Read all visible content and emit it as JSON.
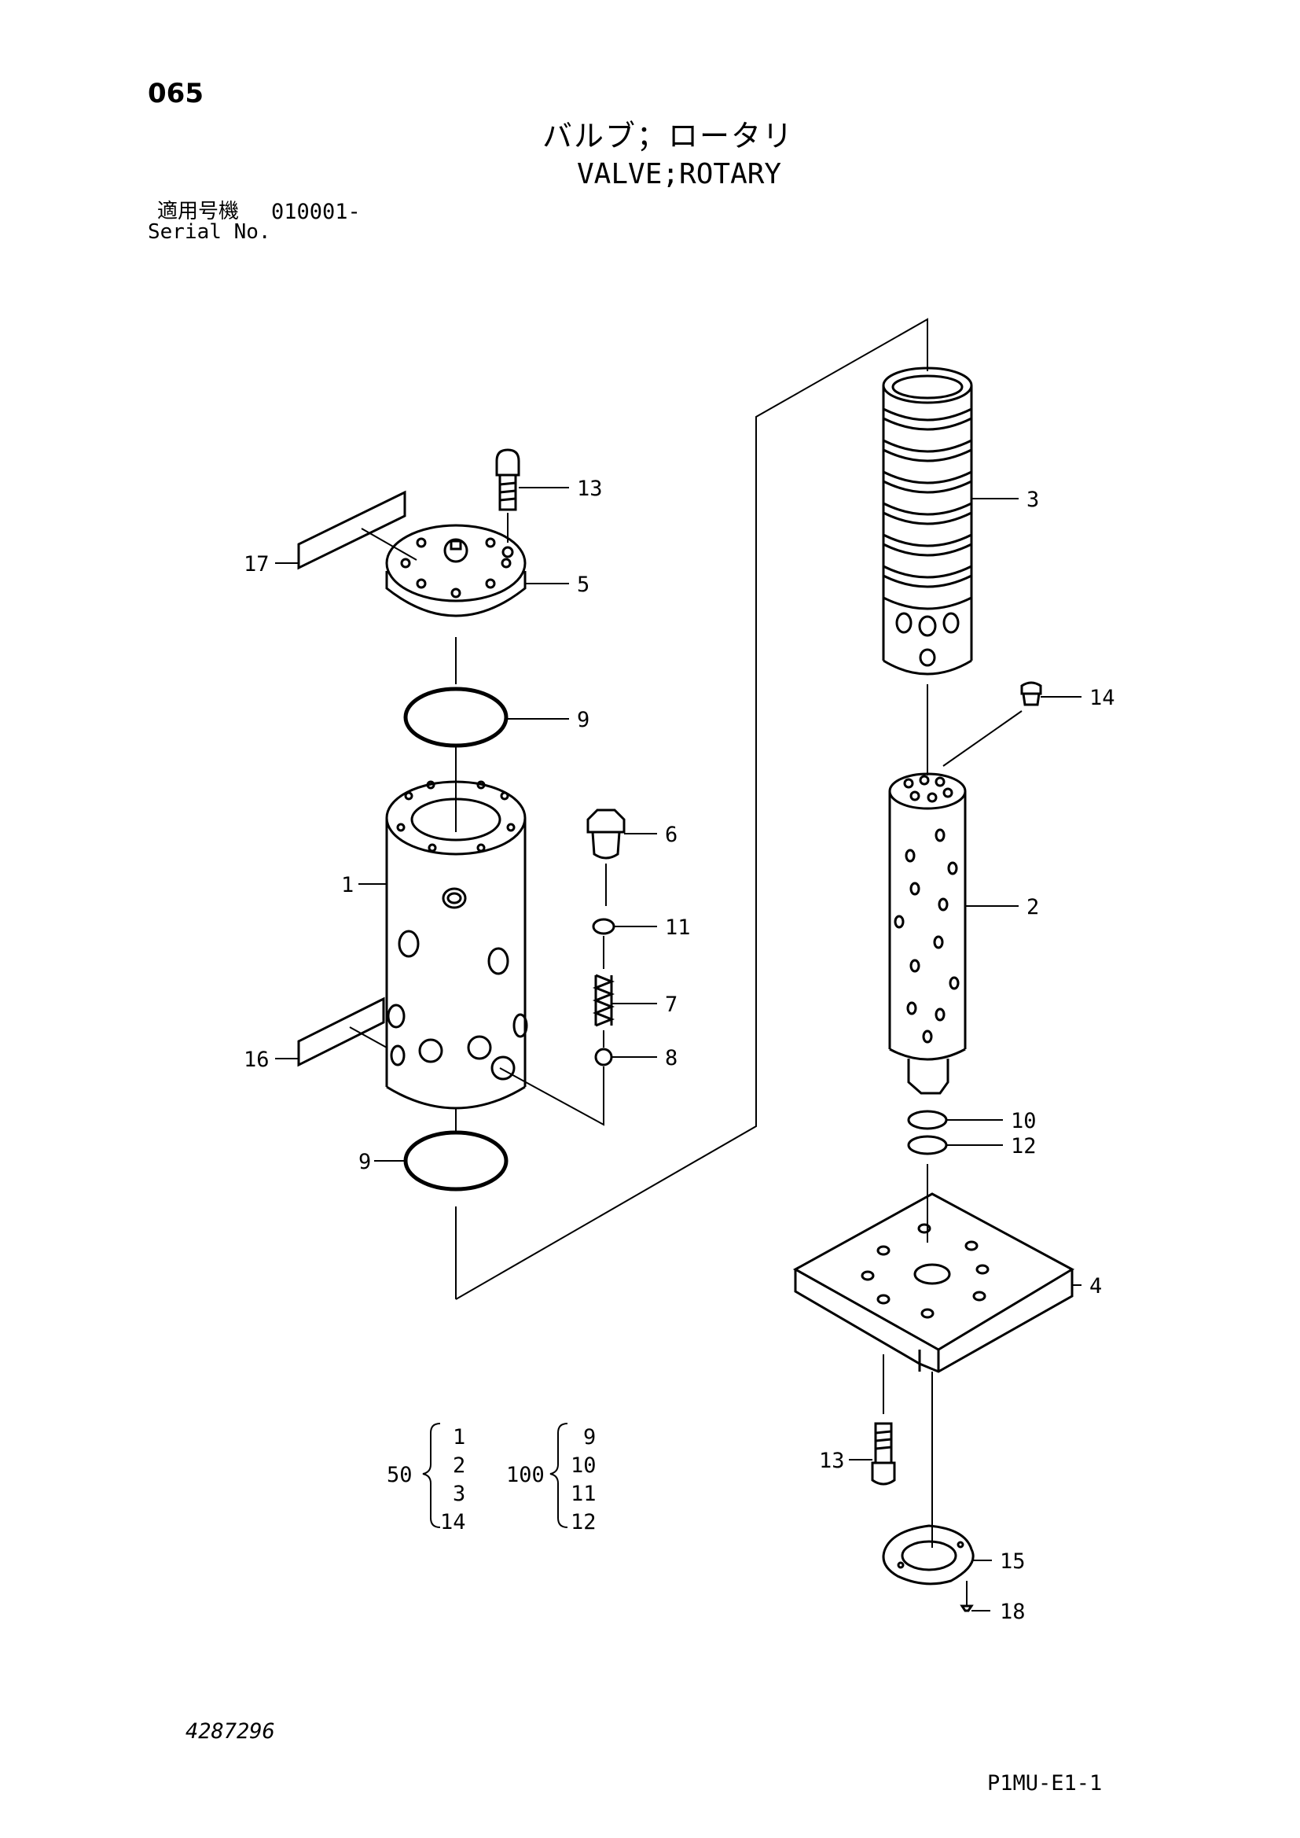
{
  "header": {
    "page_number": "065",
    "title_jp": "バルブ；ロータリ",
    "title_en": "VALVE;ROTARY",
    "serial_label_jp": "適用号機",
    "serial_value": "010001-",
    "serial_label_en": "Serial No."
  },
  "callouts": {
    "c1": "1",
    "c2": "2",
    "c3": "3",
    "c4": "4",
    "c5": "5",
    "c6": "6",
    "c7": "7",
    "c8": "8",
    "c9a": "9",
    "c9b": "9",
    "c10": "10",
    "c11": "11",
    "c12": "12",
    "c13a": "13",
    "c13b": "13",
    "c14": "14",
    "c15": "15",
    "c16": "16",
    "c17": "17",
    "c18": "18"
  },
  "kits": [
    {
      "kit": "50",
      "items": [
        "1",
        "2",
        "3",
        "14"
      ]
    },
    {
      "kit": "100",
      "items": [
        "9",
        "10",
        "11",
        "12"
      ]
    }
  ],
  "footer": {
    "drawing_number": "4287296",
    "page_code": "P1MU-E1-1"
  }
}
